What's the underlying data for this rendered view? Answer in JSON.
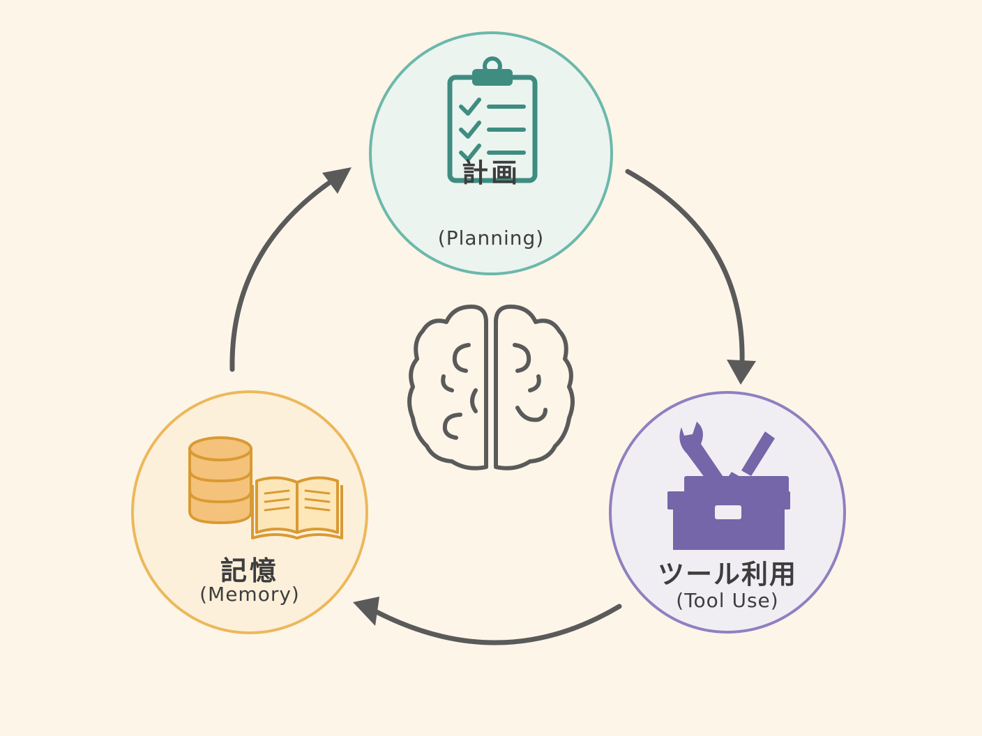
{
  "nodes": {
    "planning": {
      "title": "計画",
      "subtitle": "(Planning)",
      "icon": "clipboard-checklist-icon",
      "color": "#6cb8ab",
      "fill": "#ebf4ef"
    },
    "tool_use": {
      "title": "ツール利用",
      "subtitle": "(Tool Use)",
      "icon": "toolbox-icon",
      "color": "#8f80c0",
      "fill": "#f1eef3"
    },
    "memory": {
      "title": "記憶",
      "subtitle": "(Memory)",
      "icon": "database-book-icon",
      "color": "#ecb85c",
      "fill": "#fdf0db"
    }
  },
  "center_icon": "brain-icon",
  "arrow_color": "#5a5a5a",
  "background": "#fdf5e8"
}
